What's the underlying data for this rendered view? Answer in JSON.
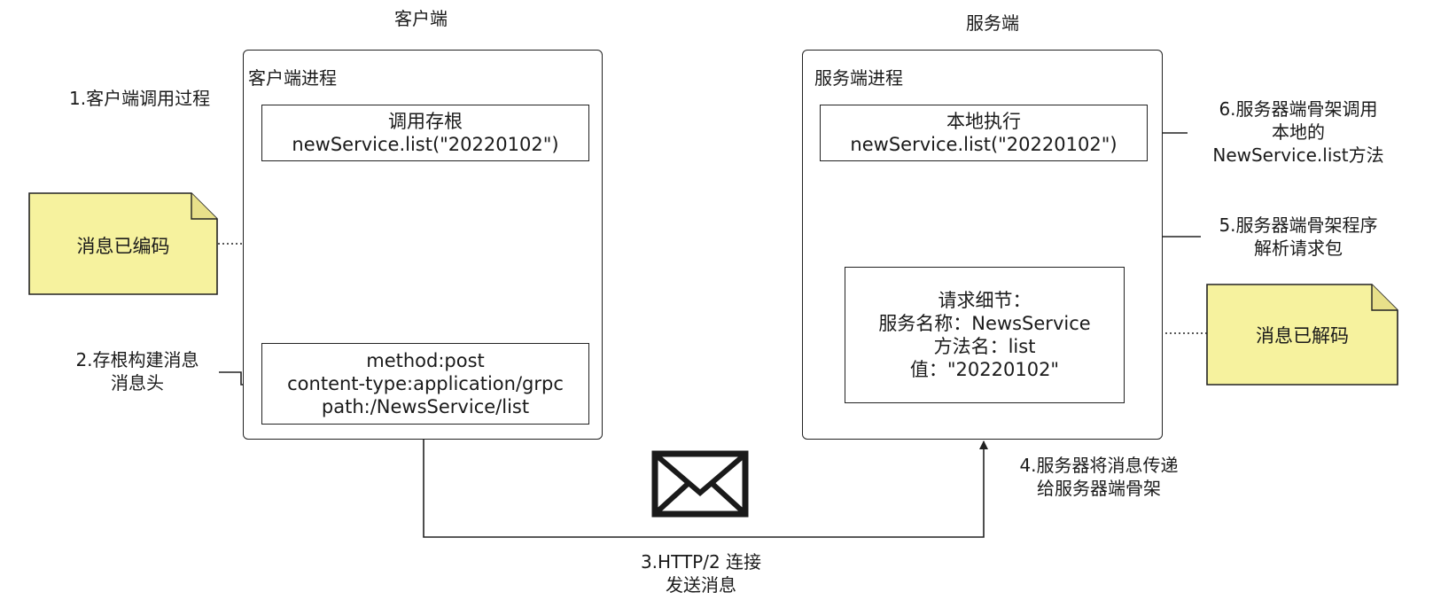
{
  "client": {
    "title": "客户端",
    "process_label": "客户端进程",
    "stub_box": {
      "lines": [
        "调用存根",
        "newService.list(\"20220102\")"
      ]
    },
    "header_box": {
      "lines": [
        "method:post",
        "content-type:application/grpc",
        "path:/NewsService/list"
      ]
    }
  },
  "server": {
    "title": "服务端",
    "process_label": "服务端进程",
    "exec_box": {
      "lines": [
        "本地执行",
        "newService.list(\"20220102\")"
      ]
    },
    "detail_box": {
      "lines": [
        "请求细节：",
        "服务名称：NewsService",
        "方法名：list",
        "值：\"20220102\""
      ]
    }
  },
  "notes": {
    "encoded": "消息已编码",
    "decoded": "消息已解码"
  },
  "steps": {
    "step1": [
      "1.客户端调用过程"
    ],
    "step2": [
      "2.存根构建消息",
      "消息头"
    ],
    "step3": [
      "3.HTTP/2 连接",
      "发送消息"
    ],
    "step4": [
      "4.服务器将消息传递",
      "给服务器端骨架"
    ],
    "step5": [
      "5.服务器端骨架程序",
      "解析请求包"
    ],
    "step6": [
      "6.服务器端骨架调用",
      "本地的",
      "NewService.list方法"
    ]
  },
  "icons": {
    "open_envelope": "open-envelope-letter-icon",
    "closed_envelope": "closed-envelope-icon"
  },
  "colors": {
    "note_fill": "#f6f29e",
    "envelope_yellow": "#f4c21f",
    "envelope_light": "#f7dfa0",
    "letter_paper": "#e7f1f7",
    "letter_lines": "#8cc9c4",
    "letter_dot": "#f4b183"
  }
}
